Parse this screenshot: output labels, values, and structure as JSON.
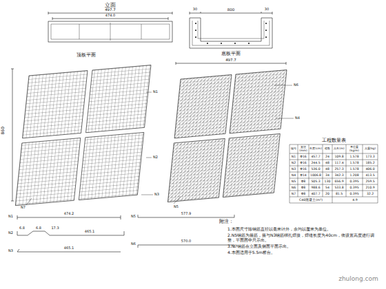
{
  "diagram": {
    "labels": [
      "立面",
      "497.7",
      "474.0",
      "30",
      "30",
      "800",
      "顶板平面",
      "底板平面",
      "497.7",
      "860",
      "N1",
      "N2",
      "N3",
      "N4",
      "N5",
      "N6",
      "N7",
      "工程数量表",
      "编号",
      "直径(mm)",
      "长度(cm)",
      "根数",
      "共长(m)",
      "单位重(kg/m)",
      "共重(kg)",
      "N1",
      "Φ16",
      "457.7",
      "24",
      "109.8",
      "1.578",
      "173.3",
      "N2",
      "Φ16",
      "244.5",
      "48",
      "117.4",
      "1.578",
      "185.2",
      "N3",
      "Φ16",
      "536.0",
      "48",
      "257.3",
      "1.578",
      "406.0",
      "N4",
      "Φ14",
      "1006.8",
      "34",
      "342.3",
      "1.208",
      "413.5",
      "N5",
      "Φ8",
      "505.3",
      "130",
      "656.9",
      "0.395",
      "259.5",
      "N6",
      "Φ8",
      "988.6",
      "54",
      "533.8",
      "0.395",
      "210.9",
      "N7",
      "Φ8",
      "407.7",
      "20",
      "81.5",
      "0.395",
      "32.2",
      "C40混凝土(m³)",
      "4.9",
      "N1",
      "474.2",
      "N2",
      "6.8",
      "6.8",
      "17.3",
      "465.1",
      "N3",
      "465.1",
      "N5",
      "577.9",
      "N6",
      "570.0",
      "附注：",
      "1.本图尺寸除钢筋直径以毫米计外，余均以厘米为单位。",
      "2.N5钢筋为箍筋，箍与N3钢筋绑扎焊接，焊缝长度为40cm，依设置高度进行调整，平面图中只示出。",
      "3.N7钢筋在立面及侧面平面示出。",
      "4.本图适用于5.5m桥台。",
      "zhulong.com"
    ]
  }
}
